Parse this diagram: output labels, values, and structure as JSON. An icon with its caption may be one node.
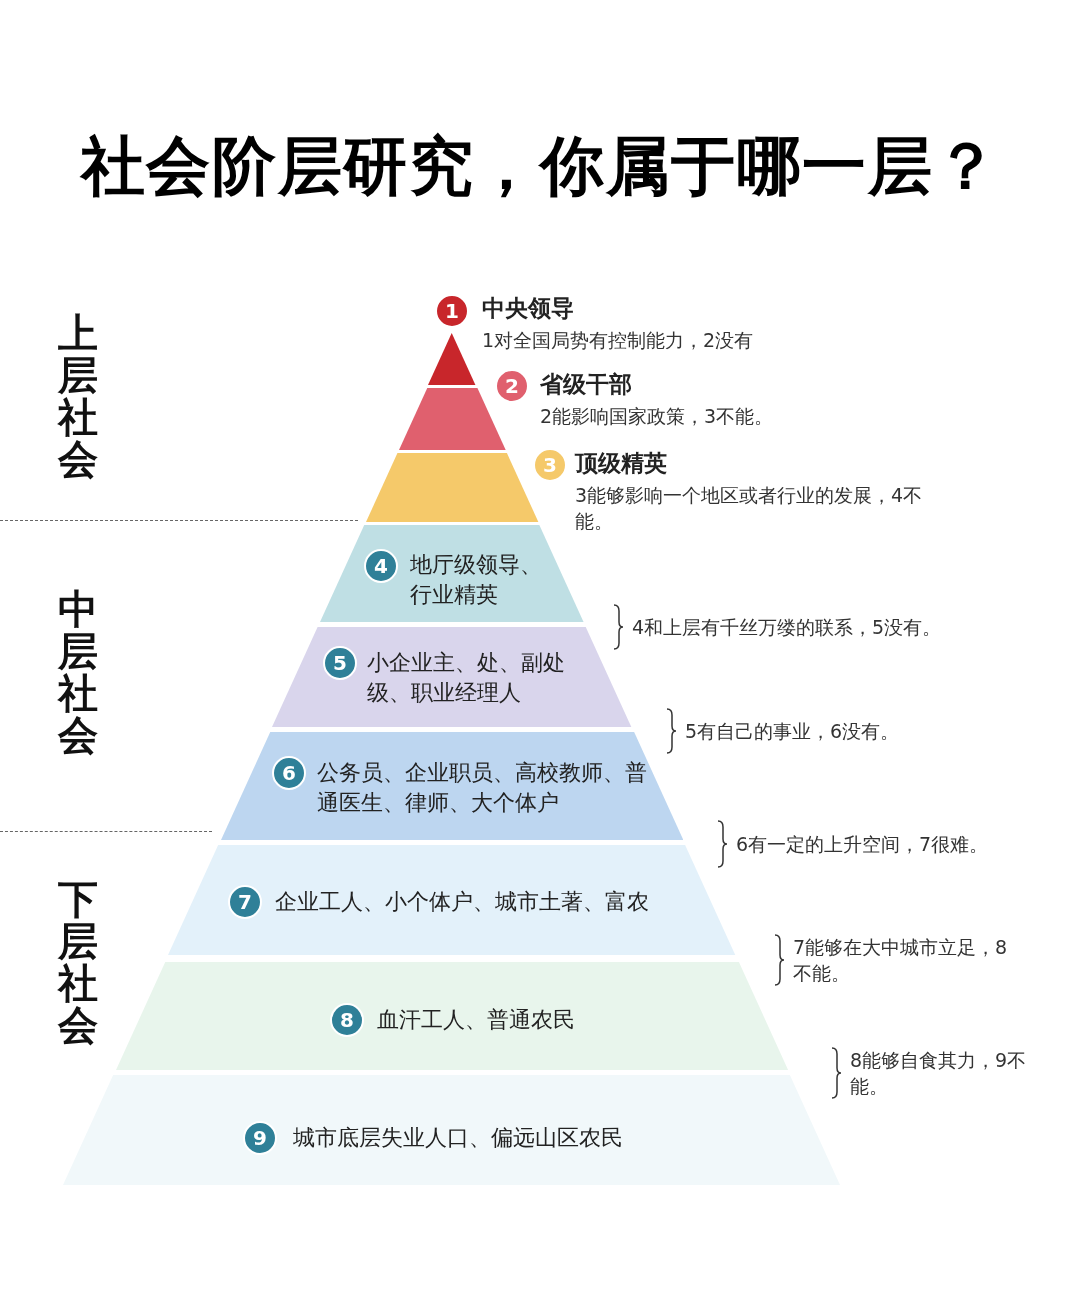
{
  "diagram": {
    "title": "社会阶层研究，你属于哪一层？",
    "nodes": [
      {
        "text": [
          "1",
          "中央领导",
          "1对全国局势有控制能力，2没有"
        ]
      },
      {
        "text": [
          "2",
          "省级干部",
          "2能影响国家政策，3不能。"
        ]
      },
      {
        "text": [
          "3",
          "顶级精英",
          "3能够影响一个地区或者行业的发展，4不能。"
        ]
      },
      {
        "text": [
          "4",
          "地厅级领导、行业精英"
        ]
      },
      {
        "text": [
          "5",
          "小企业主、处、副处级、职业经理人"
        ]
      },
      {
        "text": [
          "6",
          "公务员、企业职员、高校教师、普通医生、律师、大个体户"
        ]
      },
      {
        "text": [
          "7",
          "企业工人、小个体户、城市土著、富农"
        ]
      },
      {
        "text": [
          "8",
          "血汗工人、普通农民"
        ]
      },
      {
        "text": [
          "9",
          "城市底层失业人口、偏远山区农民"
        ]
      }
    ],
    "labels": [
      "上层社会",
      "4和上层有千丝万缕的联系，5没有。",
      "中层社会",
      "5有自己的事业，6没有。",
      "6有一定的上升空间，7很难。",
      "7能够在大中城市立足，8不能。",
      "下层社会",
      "8能够自食其力，9不能。"
    ]
  }
}
